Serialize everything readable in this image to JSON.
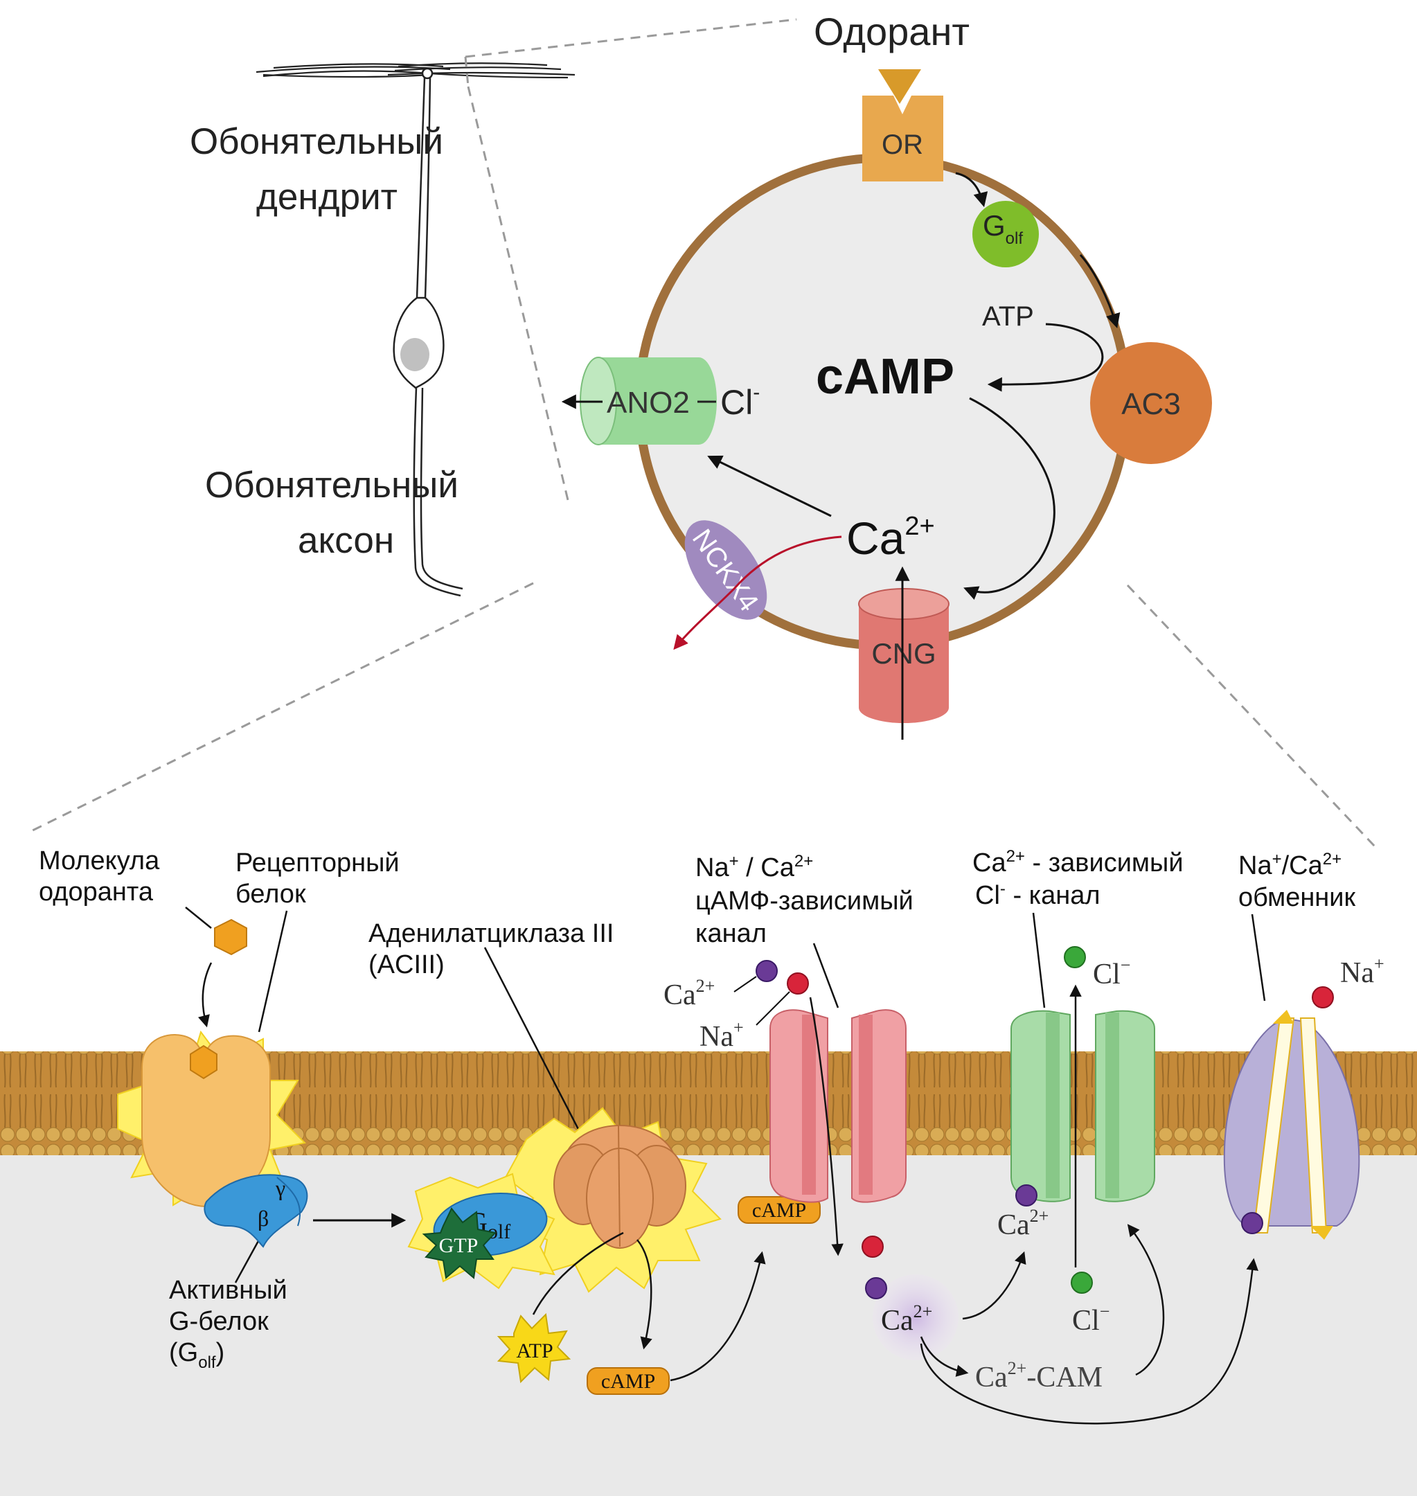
{
  "top_labels": {
    "odorant": "Одорант",
    "dendrite_line1": "Обонятельный",
    "dendrite_line2": "дендрит",
    "axon_line1": "Обонятельный",
    "axon_line2": "аксон"
  },
  "cell_diagram": {
    "or": "OR",
    "golf_main": "G",
    "golf_sub": "olf",
    "atp": "ATP",
    "camp": "cAMP",
    "ac3": "AC3",
    "ano2": "ANO2",
    "cl": "Cl",
    "cl_sup": "-",
    "ca": "Ca",
    "ca_sup": "2+",
    "nckx4": "NCKX4",
    "cng": "CNG"
  },
  "membrane_labels": {
    "odorant_molecule_line1": "Молекула",
    "odorant_molecule_line2": "одоранта",
    "receptor_line1": "Рецепторный",
    "receptor_line2": "белок",
    "acIII_line1": "Аденилатциклаза III",
    "acIII_line2": "(ACIII)",
    "cng_line1_a": "Na",
    "cng_line1_sup1": "+",
    "cng_line1_b": " / Ca",
    "cng_line1_sup2": "2+",
    "cng_line2": "цАМФ-зависимый",
    "cng_line3": "канал",
    "clchan_line1_a": "Ca",
    "clchan_line1_sup": "2+",
    "clchan_line1_b": " - зависимый",
    "clchan_line2_a": "Cl",
    "clchan_line2_sup": "-",
    "clchan_line2_b": " - канал",
    "exch_line1_a": "Na",
    "exch_line1_sup1": "+",
    "exch_line1_b": "/Ca",
    "exch_line1_sup2": "2+",
    "exch_line2": "обменник",
    "gprot_line1": "Активный",
    "gprot_line2": "G-белок",
    "gprot_line3_a": "(G",
    "gprot_line3_sub": "olf",
    "gprot_line3_b": ")"
  },
  "membrane_molecules": {
    "ca_top": "Ca",
    "ca_top_sup": "2+",
    "na_top": "Na",
    "na_top_sup": "+",
    "cl_top": "Cl",
    "cl_top_sup": "−",
    "na_right": "Na",
    "na_right_sup": "+",
    "ca_in": "Ca",
    "ca_in_sup": "2+",
    "ca_center": "Ca",
    "ca_center_sup": "2+",
    "cl_bottom": "Cl",
    "cl_bottom_sup": "−",
    "ca_cam": "Ca",
    "ca_cam_sup": "2+",
    "ca_cam_b": "-CAM",
    "camp_tag1": "cAMP",
    "camp_tag2": "cAMP",
    "atp": "ATP",
    "gtp": "GTP",
    "golf_main": "G",
    "golf_sub": "olf",
    "beta": "β",
    "gamma": "γ"
  },
  "colors": {
    "membrane_tan": "#d8a94e",
    "membrane_brown": "#9b6a2a",
    "cell_ring": "#a0703c",
    "receptor_orange": "#f6c06b",
    "odorant_hex": "#f0a020",
    "ac3_orange": "#e08e4e",
    "golf_green": "#7fbd2a",
    "ano2_green": "#9ad89a",
    "cng_red": "#e07872",
    "nckx4_purple": "#a08abf",
    "gprot_blue": "#3a98d8",
    "channel_pink": "#f0a0a4",
    "channel_green": "#a8dca8",
    "exchanger_lavender": "#b8b0d8",
    "na_red": "#d8243a",
    "ca_purple": "#6a3a96",
    "cl_green": "#3aa83a",
    "camp_tag": "#f0a020",
    "atp_yellow": "#f8d818",
    "gtp_green": "#1e6e3a"
  }
}
